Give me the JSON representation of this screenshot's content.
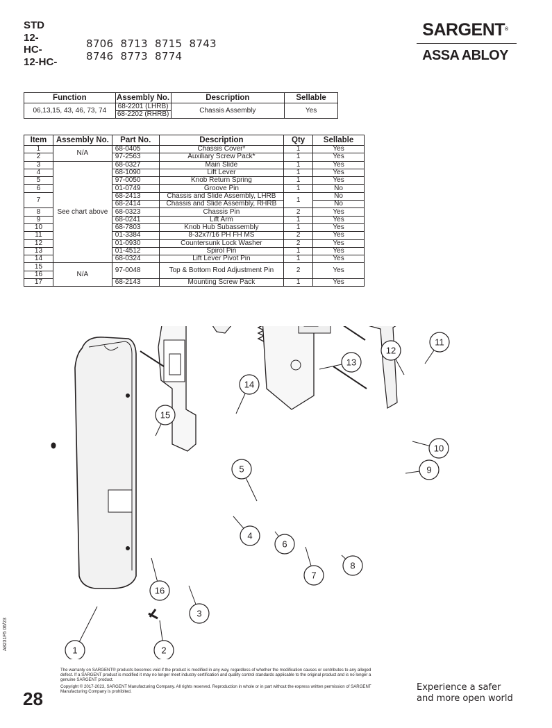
{
  "header": {
    "codes": [
      "STD",
      "12-",
      "HC-",
      "12-HC-"
    ],
    "models_row1": "8706  8713  8715  8743",
    "models_row2": "8746  8773  8774"
  },
  "brand": {
    "name": "SARGENT",
    "registered_mark": "®",
    "parent": "ASSA ABLOY"
  },
  "assembly_table": {
    "headers": [
      "Function",
      "Assembly No.",
      "Description",
      "Sellable"
    ],
    "function": "06,13,15, 43, 46, 73, 74",
    "assembly_numbers": [
      "68-2201 (LHRB)",
      "68-2202 (RHRB)"
    ],
    "description": "Chassis Assembly",
    "sellable": "Yes"
  },
  "parts_table": {
    "headers": [
      "Item",
      "Assembly No.",
      "Part No.",
      "Description",
      "Qty",
      "Sellable"
    ],
    "assembly_labels": [
      "N/A",
      "See chart above",
      "N/A"
    ],
    "rows": [
      {
        "item": "1",
        "part": "68-0405",
        "desc": "Chassis Cover*",
        "qty": "1",
        "sell": "Yes"
      },
      {
        "item": "2",
        "part": "97-2563",
        "desc": "Auxiliary Screw Pack*",
        "qty": "1",
        "sell": "Yes"
      },
      {
        "item": "3",
        "part": "68-0327",
        "desc": "Main Slide",
        "qty": "1",
        "sell": "Yes"
      },
      {
        "item": "4",
        "part": "68-1090",
        "desc": "Lift Lever",
        "qty": "1",
        "sell": "Yes"
      },
      {
        "item": "5",
        "part": "97-0050",
        "desc": "Knob Return Spring",
        "qty": "1",
        "sell": "Yes"
      },
      {
        "item": "6",
        "part": "01-0749",
        "desc": "Groove Pin",
        "qty": "1",
        "sell": "No"
      },
      {
        "item": "7",
        "part": "68-2413",
        "desc": "Chassis and Slide Assembly, LHRB",
        "qty": "1",
        "sell": "No"
      },
      {
        "item": "",
        "part": "68-2414",
        "desc": "Chassis and Slide Assembly, RHRB",
        "qty": "",
        "sell": "No"
      },
      {
        "item": "8",
        "part": "68-0323",
        "desc": "Chassis Pin",
        "qty": "2",
        "sell": "Yes"
      },
      {
        "item": "9",
        "part": "68-0241",
        "desc": "Lift Arm",
        "qty": "1",
        "sell": "Yes"
      },
      {
        "item": "10",
        "part": "68-7803",
        "desc": "Knob Hub Subassembly",
        "qty": "1",
        "sell": "Yes"
      },
      {
        "item": "11",
        "part": "01-3384",
        "desc": "8-32x7/16 PH FH MS",
        "qty": "2",
        "sell": "Yes"
      },
      {
        "item": "12",
        "part": "01-0930",
        "desc": "Countersunk Lock Washer",
        "qty": "2",
        "sell": "Yes"
      },
      {
        "item": "13",
        "part": "01-4512",
        "desc": "Spirol Pin",
        "qty": "1",
        "sell": "Yes"
      },
      {
        "item": "14",
        "part": "68-0324",
        "desc": "Lift Lever Pivot Pin",
        "qty": "1",
        "sell": "Yes"
      },
      {
        "item": "15",
        "part": "97-0048",
        "desc": "Top & Bottom Rod Adjustment Pin",
        "qty": "2",
        "sell": "Yes"
      },
      {
        "item": "16",
        "part": "",
        "desc": "",
        "qty": "",
        "sell": ""
      },
      {
        "item": "17",
        "part": "68-2143",
        "desc": "Mounting Screw Pack",
        "qty": "1",
        "sell": "Yes"
      }
    ]
  },
  "callouts": [
    "1",
    "2",
    "3",
    "4",
    "5",
    "6",
    "7",
    "8",
    "9",
    "10",
    "11",
    "12",
    "13",
    "14",
    "15",
    "16"
  ],
  "footer": {
    "doc_code": "A8231F5  06/23",
    "page": "28",
    "warranty": "The warranty on SARGENT® products becomes void if the product is modified in any way, regardless of whether the modification causes or contributes to any alleged defect. If a SARGENT product is modified it may no longer meet industry certification and quality control standards applicable to the original product and is no longer a genuine SARGENT product.",
    "copyright": "Copyright © 2017-2023, SARGENT Manufacturing Company. All rights reserved. Reproduction in whole or in part without the express written permission of SARGENT Manufacturing Company is prohibited.",
    "tagline_1": "Experience a safer",
    "tagline_2": "and more open world"
  }
}
